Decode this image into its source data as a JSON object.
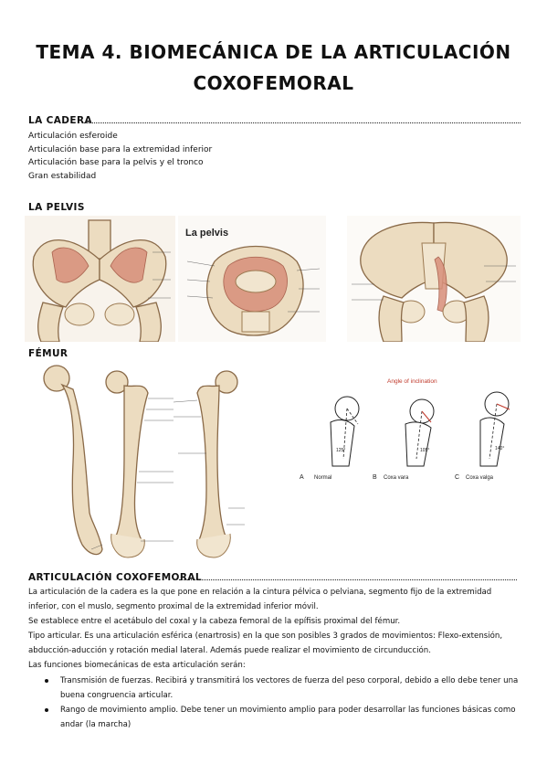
{
  "title": {
    "line1": "TEMA 4. BIOMECÁNICA DE LA ARTICULACIÓN",
    "line2": "COXOFEMORAL"
  },
  "cadera": {
    "heading": "LA CADERA",
    "items": [
      "Articulación esferoide",
      "Articulación base para la extremidad inferior",
      "Articulación base para la pelvis y el tronco",
      "Gran estabilidad"
    ]
  },
  "pelvis": {
    "heading": "LA PELVIS",
    "figure_title": "La pelvis"
  },
  "femur": {
    "heading": "FÉMUR",
    "angle_title": "Angle of inclination",
    "panels": [
      {
        "letter": "A",
        "caption": "Normal",
        "angle": "125°"
      },
      {
        "letter": "B",
        "caption": "Coxa vara",
        "angle": "105°"
      },
      {
        "letter": "C",
        "caption": "Coxa valga",
        "angle": "140°"
      }
    ]
  },
  "coxofemoral": {
    "heading": "ARTICULACIÓN COXOFEMORAL",
    "p1": "La articulación de la cadera es la que pone en relación a la cintura pélvica o pelviana, segmento fijo de la extremidad inferior, con el muslo, segmento proximal de la extremidad inferior móvil.",
    "p2": "Se establece entre el acetábulo del coxal y la cabeza femoral de la epífisis proximal del fémur.",
    "p3": "Tipo articular. Es una articulación esférica (enartrosis) en la que son posibles 3 grados de movimientos: Flexo-extensión, abducción-aducción y rotación medial lateral. Además puede realizar el movimiento de circunducción.",
    "p4": "Las funciones biomecánicas de esta articulación serán:",
    "bullets": [
      "Transmisión de fuerzas. Recibirá y transmitirá los vectores de fuerza del peso corporal, debido a ello debe tener una buena congruencia articular.",
      "Rango de movimiento amplio. Debe tener un movimiento amplio para poder desarrollar las funciones básicas como andar (la marcha)"
    ]
  }
}
